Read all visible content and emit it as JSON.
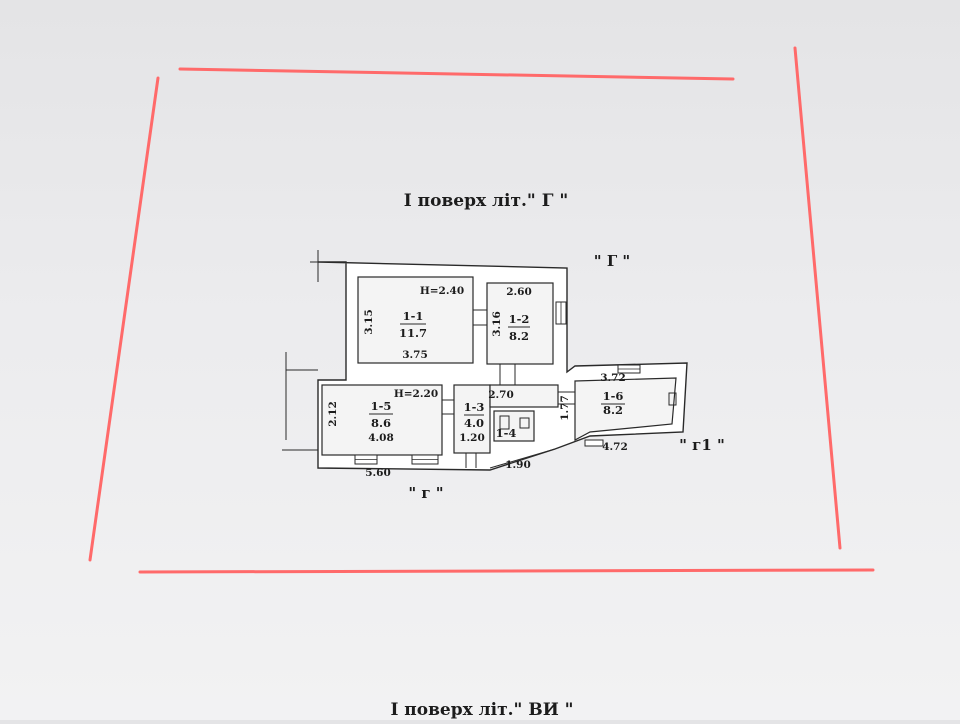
{
  "titles": {
    "top": "I поверх літ.\" Г \"",
    "bottom": "I поверх літ.\" ВИ \""
  },
  "labels": {
    "g_upper": "\" Г \"",
    "g_lower": "\" г \"",
    "g1": "\" г1 \""
  },
  "heights": {
    "h1": "Н=2.40",
    "h2": "Н=2.20"
  },
  "rooms": [
    {
      "id": "1-1",
      "area": "11.7"
    },
    {
      "id": "1-2",
      "area": "8.2"
    },
    {
      "id": "1-3",
      "area": "4.0"
    },
    {
      "id": "1-4",
      "area": ""
    },
    {
      "id": "1-5",
      "area": "8.6"
    },
    {
      "id": "1-6",
      "area": "8.2"
    }
  ],
  "dimensions": {
    "d_315": "3.15",
    "d_375": "3.75",
    "d_316": "3.16",
    "d_260": "2.60",
    "d_270": "2.70",
    "d_372": "3.72",
    "d_177": "1.77",
    "d_212": "2.12",
    "d_408": "4.08",
    "d_120": "1.20",
    "d_560": "5.60",
    "d_190": "1.90",
    "d_472": "4.72"
  },
  "colors": {
    "red_frame": "#ff6a6a",
    "ink": "#1c1c1c",
    "paper": "#ececee"
  }
}
